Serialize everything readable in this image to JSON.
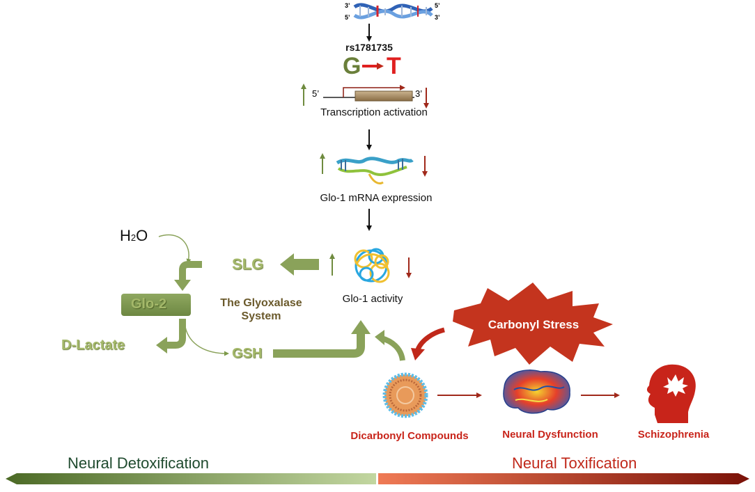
{
  "dna": {
    "strand_top_left": "3’",
    "strand_bottom_left": "5’",
    "strand_top_right": "5’",
    "strand_bottom_right": "3’"
  },
  "snp": {
    "id": "rs1781735",
    "from_allele": "G",
    "to_allele": "T"
  },
  "gene": {
    "five_prime": "5’",
    "three_prime": "3’",
    "caption": "Transcription activation"
  },
  "mrna": {
    "caption": "Glo-1 mRNA expression"
  },
  "enzyme": {
    "caption": "Glo-1 activity"
  },
  "glyoxalase": {
    "water": "H",
    "water_sub": "2",
    "water_o": "O",
    "slg": "SLG",
    "glo2": "Glo-2",
    "d_lactate": "D-Lactate",
    "gsh": "GSH",
    "system_line1": "The Glyoxalase",
    "system_line2": "System"
  },
  "toxicity": {
    "carbonyl_stress": "Carbonyl Stress",
    "dicarbonyl": "Dicarbonyl Compounds",
    "neural_dysfunction": "Neural Dysfunction",
    "schizophrenia": "Schizophrenia"
  },
  "spectrum": {
    "left": "Neural Detoxification",
    "right": "Neural Toxification"
  },
  "colors": {
    "green": "#6f8b3f",
    "light_green": "#a4b86a",
    "red": "#c8241a",
    "dark_red": "#8b1c10",
    "brown": "#6b5a2c"
  }
}
